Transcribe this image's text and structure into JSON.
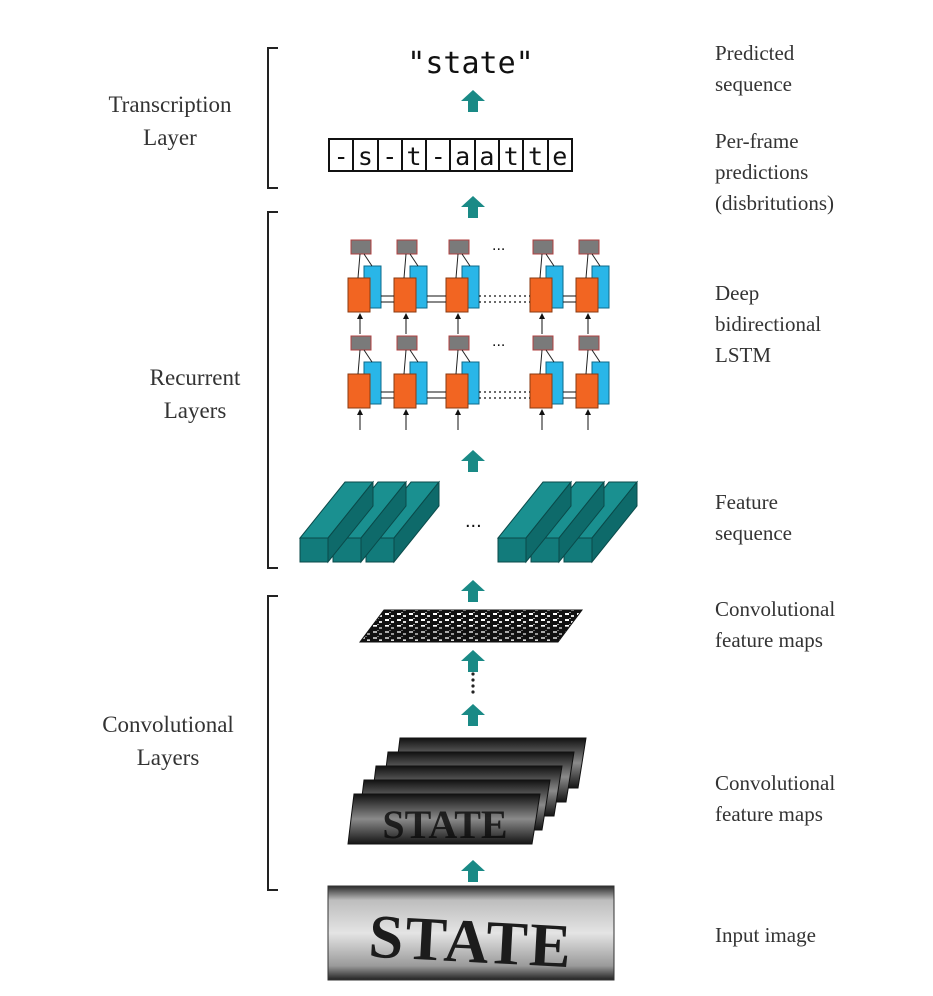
{
  "layers": {
    "transcription": "Transcription\nLayer",
    "recurrent": "Recurrent\nLayers",
    "convolutional": "Convolutional\nLayers"
  },
  "output": {
    "predicted_text": "\"state\"",
    "frames": [
      "-",
      "s",
      "-",
      "t",
      "-",
      "a",
      "a",
      "t",
      "t",
      "e"
    ]
  },
  "stages": {
    "predicted_sequence": "Predicted\nsequence",
    "per_frame": "Per-frame\npredictions\n(disbritutions)",
    "lstm": "Deep\nbidirectional\nLSTM",
    "feature_sequence": "Feature\nsequence",
    "conv_maps_top": "Convolutional\nfeature maps",
    "conv_maps_bottom": "Convolutional\nfeature maps",
    "input_image": "Input image"
  },
  "image_text": "STATE",
  "ellipsis": "...",
  "colors": {
    "arrow": "#1a8a86",
    "lstm_forward": "#f26522",
    "lstm_backward": "#29b6e8",
    "lstm_output": "#7a7a7a",
    "feature_block": "#127b7b"
  }
}
